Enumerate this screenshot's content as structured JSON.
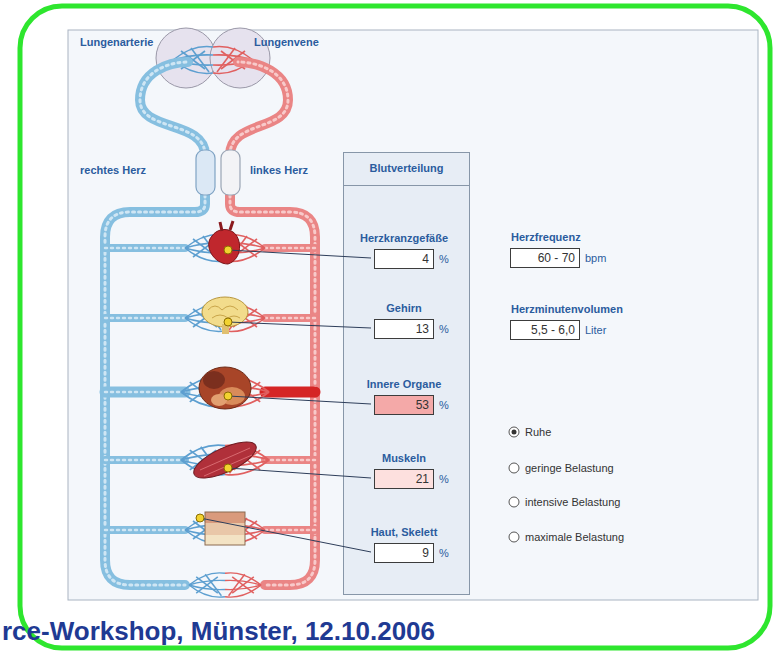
{
  "diagram": {
    "nodes": [
      {
        "text": [
          "Blutverteilung"
        ]
      },
      {
        "text": [
          "Herzkranzgefäße",
          "4",
          "%"
        ],
        "in": 0
      },
      {
        "text": [
          "Gehirn",
          "13",
          "%"
        ],
        "in": 0
      },
      {
        "text": [
          "Innere Organe",
          "53",
          "%"
        ],
        "in": 0
      },
      {
        "text": [
          "Muskeln",
          "21",
          "%"
        ],
        "in": 0
      },
      {
        "text": [
          "Haut, Skelett",
          "9",
          "%"
        ],
        "in": 0
      },
      {
        "text": [
          "Herzfrequenz",
          "60 - 70",
          "bpm"
        ]
      },
      {
        "text": [
          "Herzminutenvolumen",
          "5,5 - 6,0",
          "Liter"
        ]
      }
    ],
    "labels": [
      "Lungenarterie",
      "Lungenvene",
      "rechtes Herz",
      "linkes Herz",
      "Ruhe",
      "geringe Belastung",
      "intensive Belastung",
      "maximale Belastung",
      "rce-Workshop, Münster, 12.10.2006"
    ]
  }
}
